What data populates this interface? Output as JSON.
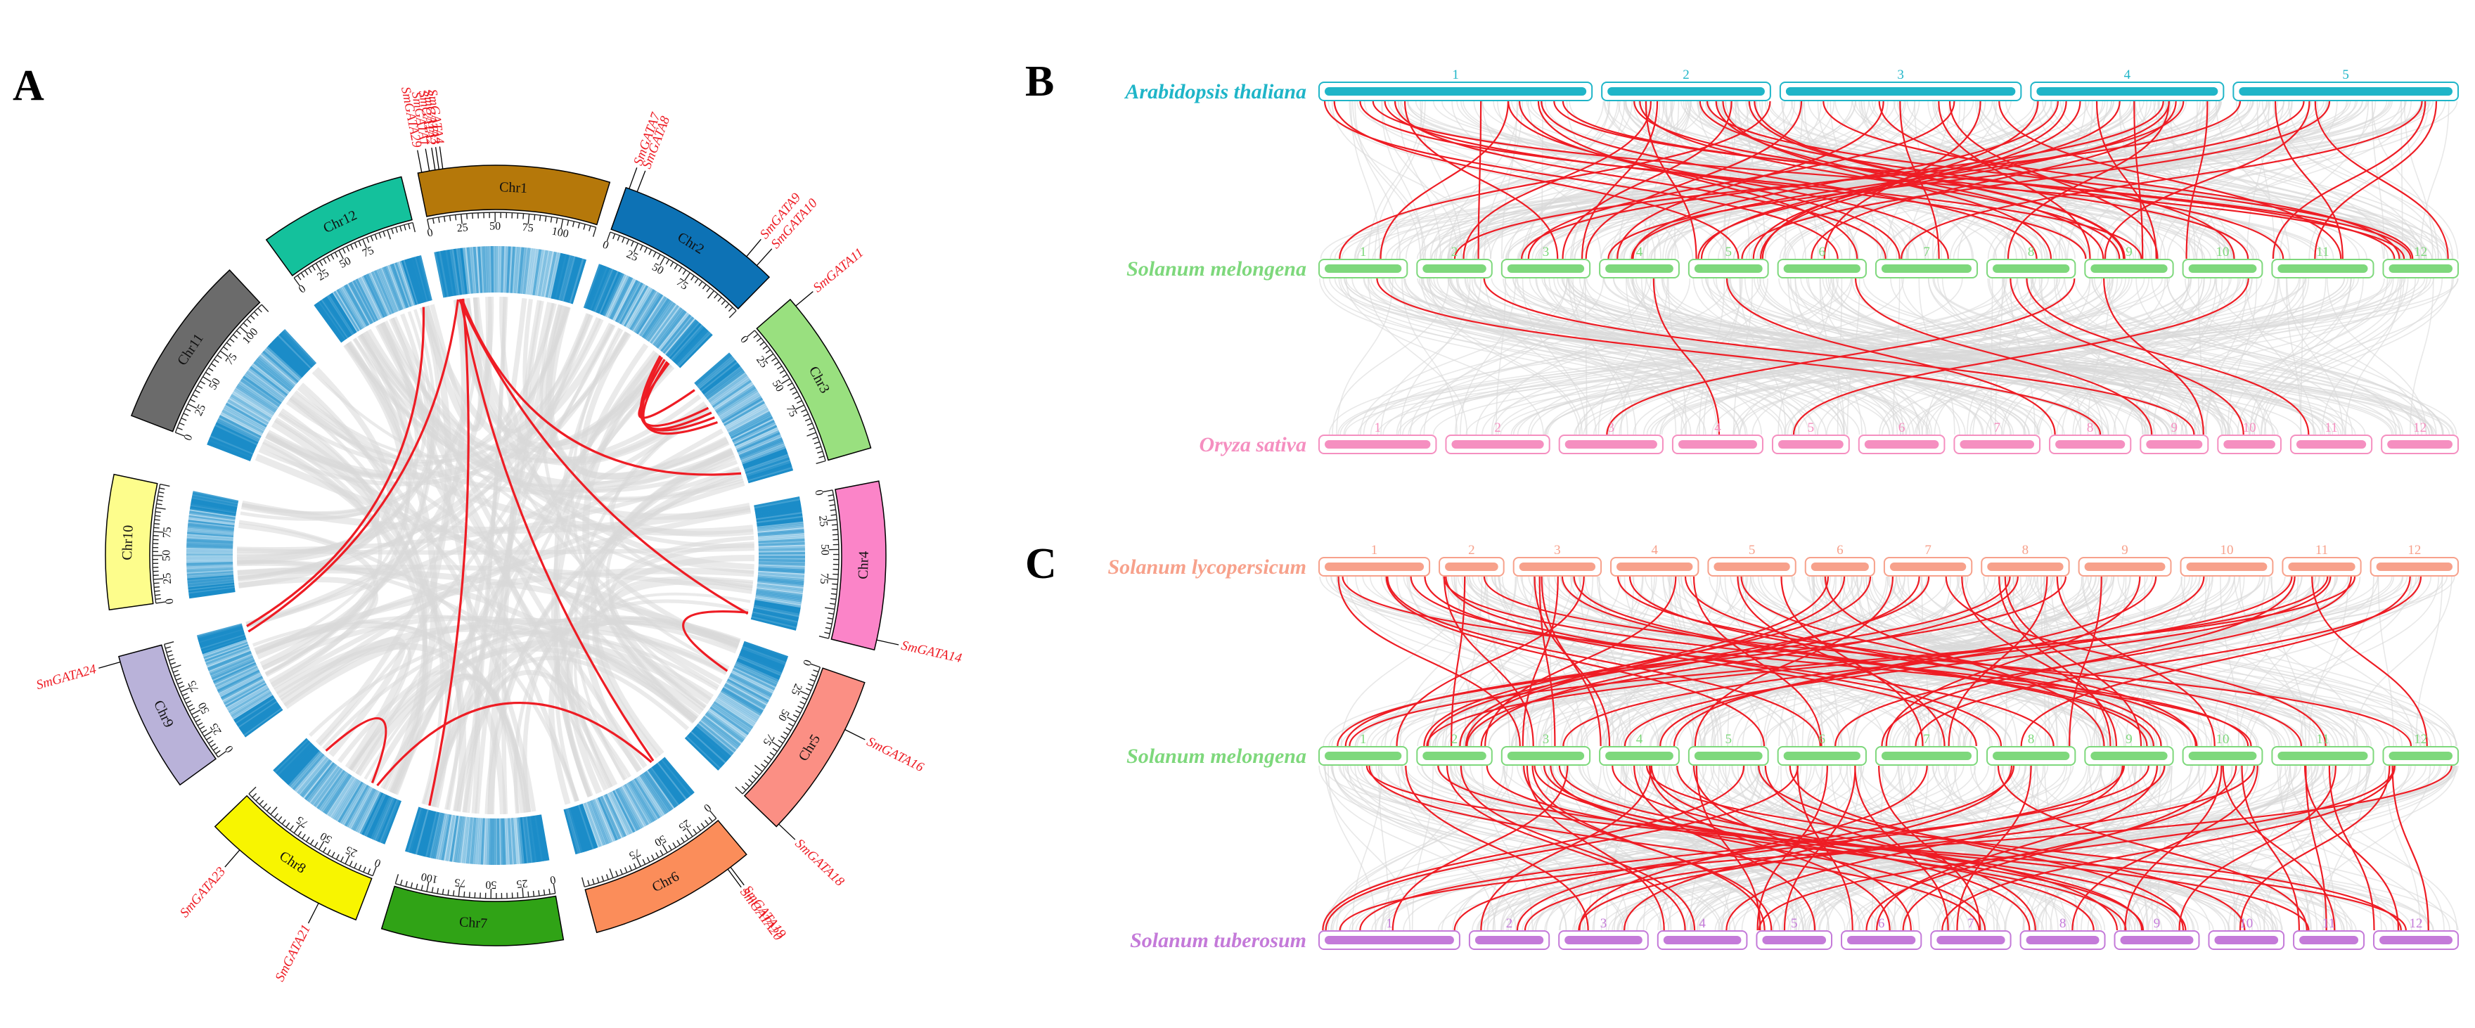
{
  "panels": {
    "A": "A",
    "B": "B",
    "C": "C"
  },
  "colors": {
    "link_red": "#ee1c24",
    "link_gray": "#d9d9d9",
    "arabidopsis": "#1fb5c8",
    "melongena": "#7ed87c",
    "oryza": "#f58fc0",
    "lycopersicum": "#f7a18b",
    "tuberosum": "#c47ad9",
    "density": "#1b8cc8"
  },
  "circos": {
    "chromosomes": [
      {
        "name": "Chr1",
        "color": "#b5780a",
        "ticks": [
          "0",
          "25",
          "50",
          "75",
          "100"
        ]
      },
      {
        "name": "Chr2",
        "color": "#0d72b5",
        "ticks": [
          "0",
          "25",
          "50",
          "75"
        ]
      },
      {
        "name": "Chr3",
        "color": "#99e07f",
        "ticks": [
          "0",
          "25",
          "50",
          "75"
        ]
      },
      {
        "name": "Chr4",
        "color": "#fb84c8",
        "ticks": [
          "0",
          "25",
          "50",
          "75"
        ]
      },
      {
        "name": "Chr5",
        "color": "#fb8f84",
        "ticks": [
          "0",
          "25",
          "50",
          "75"
        ]
      },
      {
        "name": "Chr6",
        "color": "#fb8d5a",
        "ticks": [
          "0",
          "25",
          "50",
          "75"
        ]
      },
      {
        "name": "Chr7",
        "color": "#30a316",
        "ticks": [
          "0",
          "25",
          "50",
          "75",
          "100"
        ]
      },
      {
        "name": "Chr8",
        "color": "#f8f500",
        "ticks": [
          "0",
          "25",
          "50",
          "75"
        ]
      },
      {
        "name": "Chr9",
        "color": "#b9b2d9",
        "ticks": [
          "0",
          "25",
          "50",
          "75"
        ]
      },
      {
        "name": "Chr10",
        "color": "#fdfd8c",
        "ticks": [
          "0",
          "25",
          "50",
          "75"
        ]
      },
      {
        "name": "Chr11",
        "color": "#6b6b6b",
        "ticks": [
          "0",
          "25",
          "50",
          "75",
          "100"
        ]
      },
      {
        "name": "Chr12",
        "color": "#14c19c",
        "ticks": [
          "0",
          "25",
          "50",
          "75"
        ]
      }
    ],
    "genes": [
      {
        "name": "SmGATA29",
        "chr": 0,
        "frac": 0.02,
        "dir": -1
      },
      {
        "name": "SmGATA1",
        "chr": 0,
        "frac": 0.06,
        "dir": -1
      },
      {
        "name": "SmGATA2",
        "chr": 0,
        "frac": 0.09,
        "dir": -1
      },
      {
        "name": "SmGATA3",
        "chr": 0,
        "frac": 0.11,
        "dir": -1
      },
      {
        "name": "SmGATA4",
        "chr": 0,
        "frac": 0.13,
        "dir": -1
      },
      {
        "name": "SmGATA7",
        "chr": 1,
        "frac": 0.02,
        "dir": 1
      },
      {
        "name": "SmGATA8",
        "chr": 1,
        "frac": 0.07,
        "dir": 1
      },
      {
        "name": "SmGATA9",
        "chr": 1,
        "frac": 0.82,
        "dir": 1
      },
      {
        "name": "SmGATA10",
        "chr": 1,
        "frac": 0.9,
        "dir": 1
      },
      {
        "name": "SmGATA11",
        "chr": 2,
        "frac": 0.05,
        "dir": 1
      },
      {
        "name": "SmGATA14",
        "chr": 3,
        "frac": 0.94,
        "dir": 1
      },
      {
        "name": "SmGATA16",
        "chr": 4,
        "frac": 0.3,
        "dir": 1
      },
      {
        "name": "SmGATA18",
        "chr": 4,
        "frac": 0.98,
        "dir": 1
      },
      {
        "name": "SmGATA19",
        "chr": 5,
        "frac": 0.12,
        "dir": 1
      },
      {
        "name": "SmGATA20",
        "chr": 5,
        "frac": 0.14,
        "dir": -1
      },
      {
        "name": "SmGATA21",
        "chr": 7,
        "frac": 0.24,
        "dir": -1
      },
      {
        "name": "SmGATA23",
        "chr": 7,
        "frac": 0.8,
        "dir": -1
      },
      {
        "name": "SmGATA24",
        "chr": 8,
        "frac": 0.96,
        "dir": -1
      }
    ]
  },
  "panelB": {
    "rows": [
      {
        "species": "Arabidopsis thaliana",
        "color": "#1fb5c8",
        "chroms": [
          "1",
          "2",
          "3",
          "4",
          "5"
        ]
      },
      {
        "species": "Solanum melongena",
        "color": "#7ed87c",
        "chroms": [
          "1",
          "2",
          "3",
          "4",
          "5",
          "6",
          "7",
          "8",
          "9",
          "10",
          "11",
          "12"
        ]
      },
      {
        "species": "Oryza sativa",
        "color": "#f58fc0",
        "chroms": [
          "1",
          "2",
          "3",
          "4",
          "5",
          "6",
          "7",
          "8",
          "9",
          "10",
          "11",
          "12"
        ]
      }
    ]
  },
  "panelC": {
    "rows": [
      {
        "species": "Solanum lycopersicum",
        "color": "#f7a18b",
        "chroms": [
          "1",
          "2",
          "3",
          "4",
          "5",
          "6",
          "7",
          "8",
          "9",
          "10",
          "11",
          "12"
        ]
      },
      {
        "species": "Solanum melongena",
        "color": "#7ed87c",
        "chroms": [
          "1",
          "2",
          "3",
          "4",
          "5",
          "6",
          "7",
          "8",
          "9",
          "10",
          "11",
          "12"
        ]
      },
      {
        "species": "Solanum tuberosum",
        "color": "#c47ad9",
        "chroms": [
          "1",
          "2",
          "3",
          "4",
          "5",
          "6",
          "7",
          "8",
          "9",
          "10",
          "11",
          "12"
        ]
      }
    ]
  }
}
